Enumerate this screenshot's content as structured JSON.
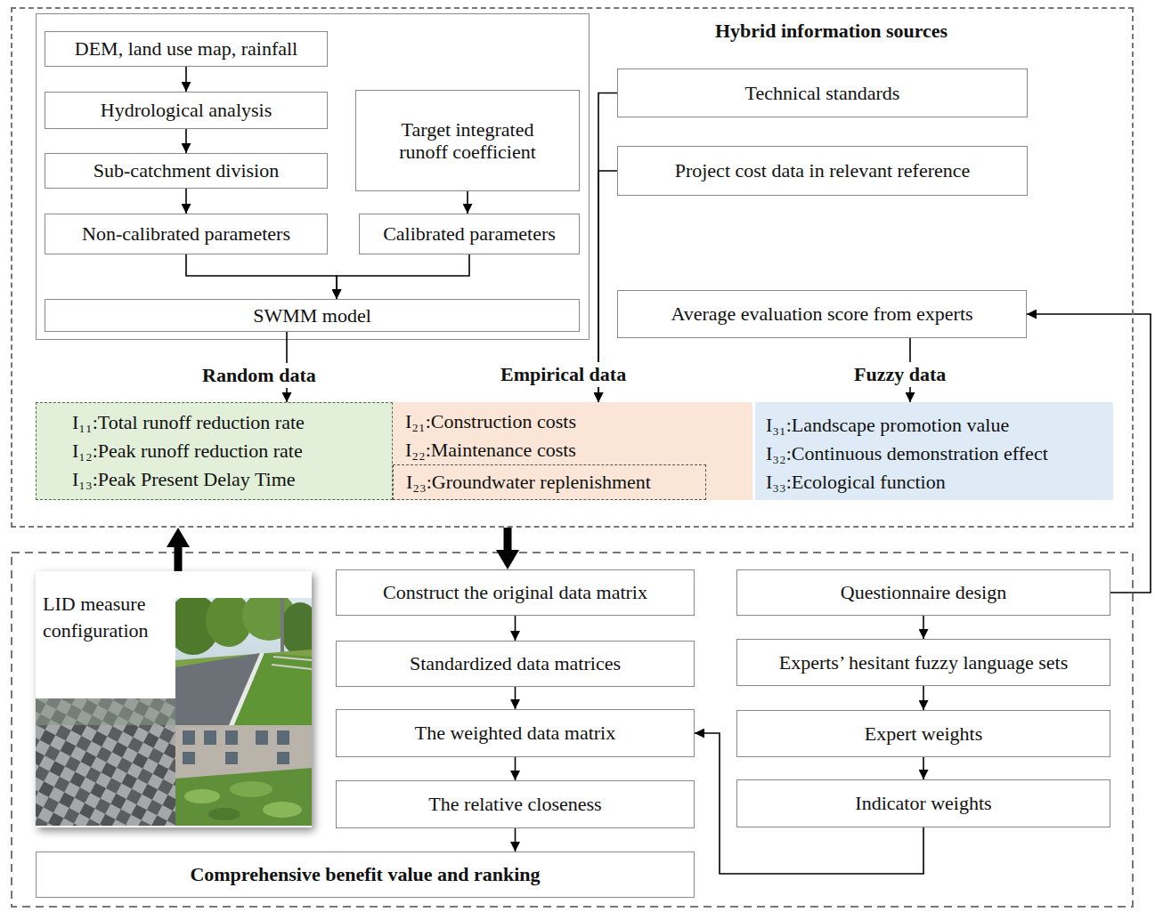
{
  "diagram": {
    "nodes": [
      {
        "text": [
          "Hybrid information sources"
        ]
      },
      {
        "text": [
          "DEM, land use map, rainfall"
        ],
        "in": 0
      },
      {
        "text": [
          "Hydrological analysis"
        ],
        "in": 0
      },
      {
        "text": [
          "Sub-catchment division"
        ],
        "in": 0
      },
      {
        "text": [
          "Non-calibrated parameters"
        ],
        "in": 0
      },
      {
        "text": [
          "Target integrated runoff coefficient"
        ],
        "in": 0
      },
      {
        "text": [
          "Calibrated parameters"
        ],
        "in": 0
      },
      {
        "text": [
          "SWMM model"
        ],
        "in": 0
      },
      {
        "text": [
          "Technical standards"
        ],
        "in": 0
      },
      {
        "text": [
          "Project cost data in relevant reference"
        ],
        "in": 0
      },
      {
        "text": [
          "Average evaluation score from experts"
        ],
        "in": 0
      },
      {
        "text": [
          "Random data",
          "I₁₁:Total runoff reduction rate",
          "I₁₂:Peak runoff reduction rate",
          "I₁₃:Peak Present Delay Time"
        ],
        "in": 0
      },
      {
        "text": [
          "Empirical data",
          "I₂₁:Construction costs",
          "I₂₂:Maintenance costs"
        ],
        "in": 0
      },
      {
        "text": [
          "I₂₃:Groundwater replenishment"
        ],
        "in": 12
      },
      {
        "text": [
          "Fuzzy data",
          "I₃₁:Landscape promotion value",
          "I₃₂:Continuous demonstration effect",
          "I₃₃:Ecological function"
        ],
        "in": 0
      },
      {
        "text": [
          "LID measure configuration"
        ]
      },
      {
        "text": [
          "Construct the original data matrix"
        ]
      },
      {
        "text": [
          "Standardized data matrices"
        ]
      },
      {
        "text": [
          "The weighted data matrix"
        ]
      },
      {
        "text": [
          "The relative closeness"
        ]
      },
      {
        "text": [
          "Comprehensive benefit value and ranking"
        ]
      },
      {
        "text": [
          "Questionnaire design"
        ]
      },
      {
        "text": [
          "Experts’ hesitant fuzzy language sets"
        ]
      },
      {
        "text": [
          "Expert weights"
        ]
      },
      {
        "text": [
          "Indicator weights"
        ]
      }
    ],
    "edges": [
      {
        "from": 1,
        "to": 2,
        "arrow": "to"
      },
      {
        "from": 2,
        "to": 3,
        "arrow": "to"
      },
      {
        "from": 3,
        "to": 4,
        "arrow": "to"
      },
      {
        "from": 5,
        "to": 6,
        "arrow": "to"
      },
      {
        "from": 4,
        "to": 7,
        "arrow": "to"
      },
      {
        "from": 6,
        "to": 7,
        "arrow": "to"
      },
      {
        "from": 7,
        "to": 11,
        "arrow": "to"
      },
      {
        "from": 8,
        "to": 12,
        "arrow": "to"
      },
      {
        "from": 9,
        "to": 12,
        "arrow": "to"
      },
      {
        "from": 10,
        "to": 14,
        "arrow": "to"
      },
      {
        "from": 21,
        "to": 10,
        "arrow": "to"
      },
      {
        "from": 15,
        "to": 0,
        "arrow": "to"
      },
      {
        "from": 0,
        "to": 16,
        "arrow": "to"
      },
      {
        "from": 16,
        "to": 17,
        "arrow": "to"
      },
      {
        "from": 17,
        "to": 18,
        "arrow": "to"
      },
      {
        "from": 18,
        "to": 19,
        "arrow": "to"
      },
      {
        "from": 19,
        "to": 20,
        "arrow": "to"
      },
      {
        "from": 21,
        "to": 22,
        "arrow": "to"
      },
      {
        "from": 22,
        "to": 23,
        "arrow": "to"
      },
      {
        "from": 23,
        "to": 24,
        "arrow": "to"
      },
      {
        "from": 24,
        "to": 18,
        "arrow": "to"
      }
    ]
  }
}
